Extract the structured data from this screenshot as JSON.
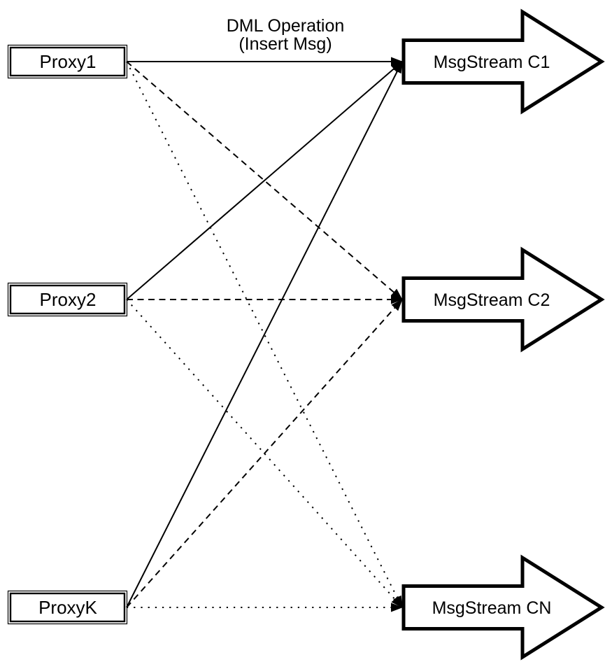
{
  "diagram": {
    "title": {
      "line1": "DML Operation",
      "line2": "(Insert Msg)"
    },
    "proxies": [
      {
        "id": "proxy1",
        "label": "Proxy1"
      },
      {
        "id": "proxy2",
        "label": "Proxy2"
      },
      {
        "id": "proxyk",
        "label": "ProxyK"
      }
    ],
    "streams": [
      {
        "id": "c1",
        "label": "MsgStream C1"
      },
      {
        "id": "c2",
        "label": "MsgStream C2"
      },
      {
        "id": "cn",
        "label": "MsgStream CN"
      }
    ],
    "edges": [
      {
        "from": "proxy1",
        "to": "c1",
        "style": "solid"
      },
      {
        "from": "proxy2",
        "to": "c1",
        "style": "solid"
      },
      {
        "from": "proxyk",
        "to": "c1",
        "style": "solid"
      },
      {
        "from": "proxy1",
        "to": "c2",
        "style": "dashed"
      },
      {
        "from": "proxy2",
        "to": "c2",
        "style": "dashed"
      },
      {
        "from": "proxyk",
        "to": "c2",
        "style": "dashed"
      },
      {
        "from": "proxy1",
        "to": "cn",
        "style": "dotted"
      },
      {
        "from": "proxy2",
        "to": "cn",
        "style": "dotted"
      },
      {
        "from": "proxyk",
        "to": "cn",
        "style": "dotted"
      }
    ],
    "colors": {
      "stroke": "#000000",
      "background": "#ffffff"
    }
  }
}
